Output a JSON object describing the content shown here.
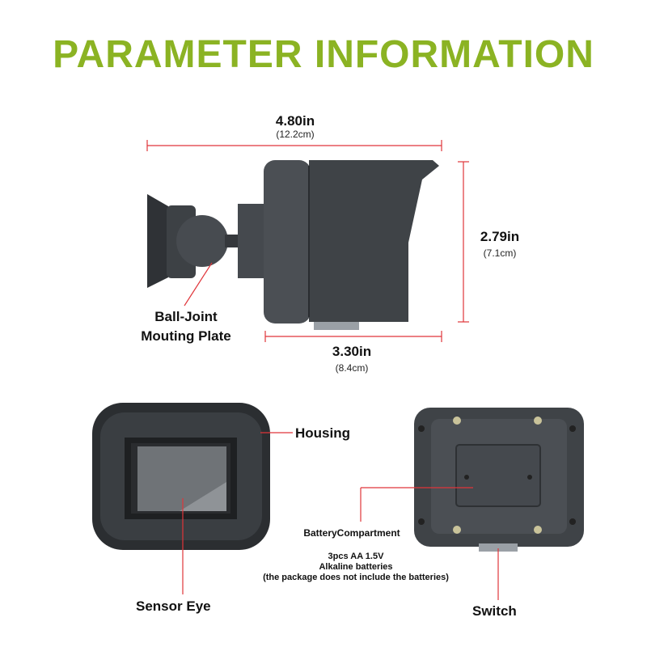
{
  "title": "PARAMETER INFORMATION",
  "colors": {
    "title": "#8bb323",
    "dimension_line": "#e0353a",
    "body": "#3f4347"
  },
  "dimensions": {
    "width": {
      "value": "4.80in",
      "metric": "(12.2cm)"
    },
    "height": {
      "value": "2.79in",
      "metric": "(7.1cm)"
    },
    "depth": {
      "value": "3.30in",
      "metric": "(8.4cm)"
    }
  },
  "labels": {
    "ball_joint_line1": "Ball-Joint",
    "ball_joint_line2": "Mouting Plate",
    "housing": "Housing",
    "sensor_eye": "Sensor Eye",
    "battery": "BatteryCompartment",
    "switch": "Switch"
  },
  "battery_note": {
    "line1": "3pcs AA 1.5V",
    "line2": "Alkaline batteries",
    "line3": "(the package does not include the batteries)"
  }
}
